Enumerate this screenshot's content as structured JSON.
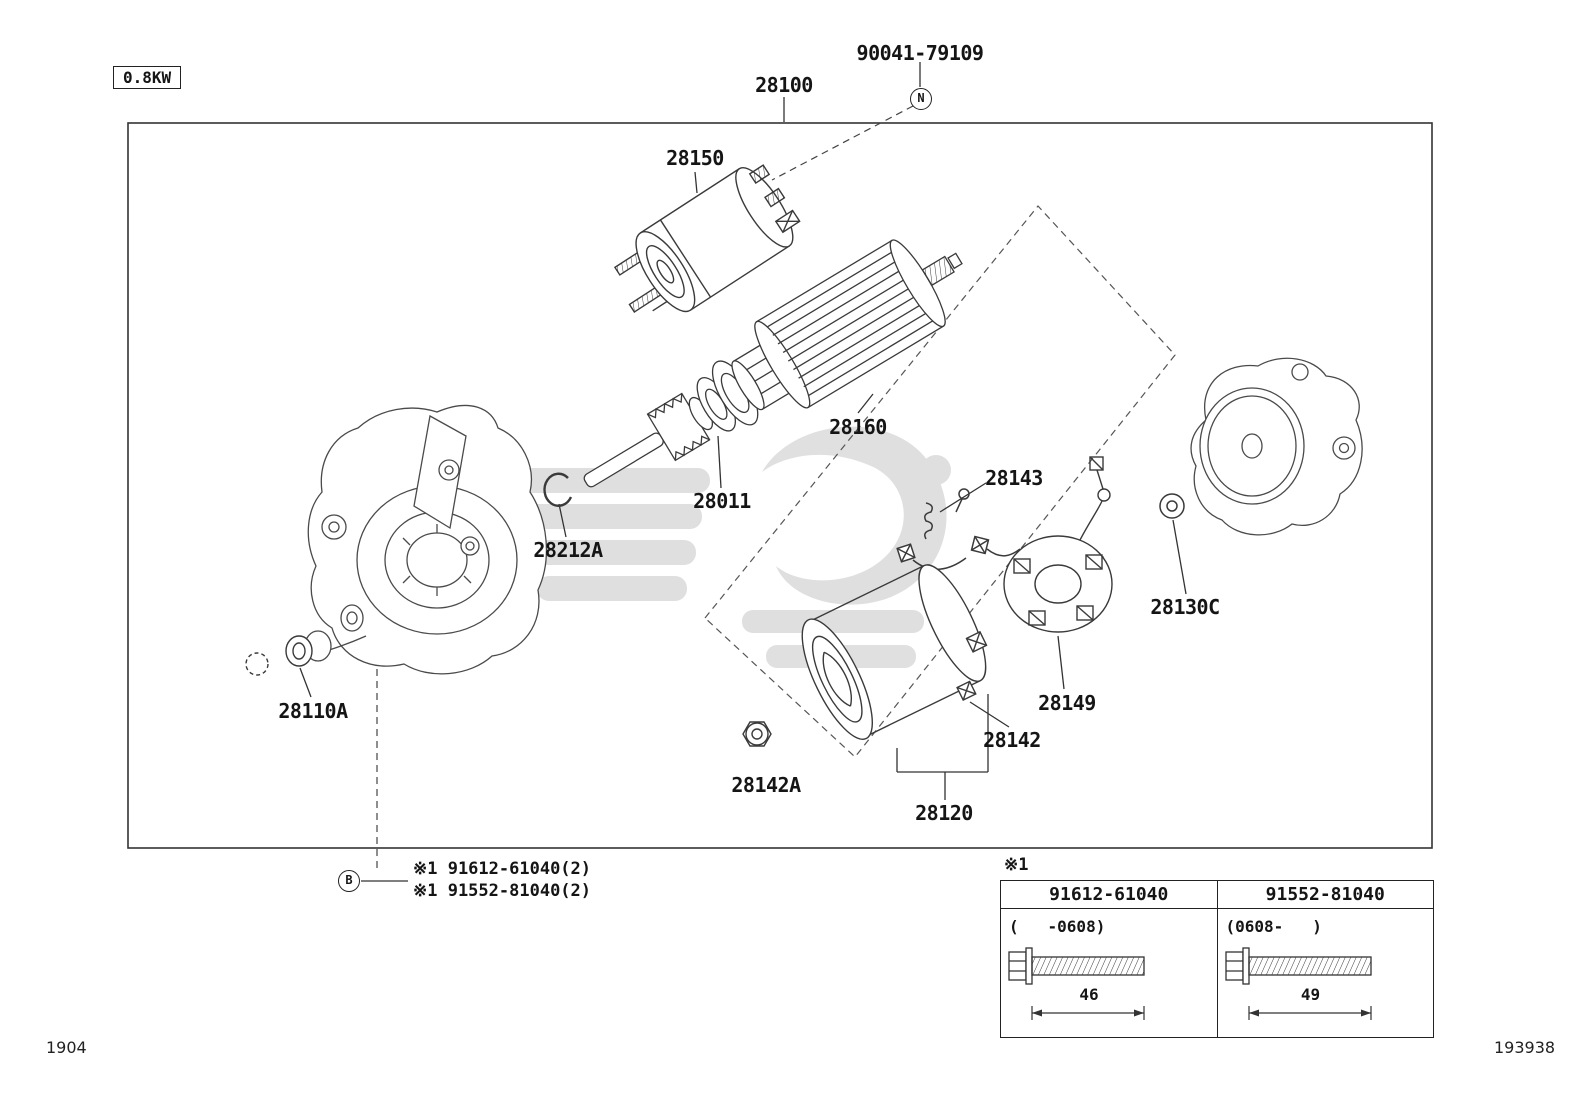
{
  "meta": {
    "power_rating": "0.8KW",
    "page_left": "1904",
    "page_right": "193938"
  },
  "callouts": {
    "bolt": "90041-79109",
    "n": "N",
    "b": "B",
    "assembly": "28100",
    "solenoid": "28150",
    "armature": "28160",
    "bearing": "28011",
    "snap_ring": "28212A",
    "brush_spring": "28143",
    "end_washer": "28130C",
    "bushing": "28110A",
    "brush_holder": "28149",
    "yoke": "28142",
    "nut": "28142A",
    "yoke_assembly": "28120"
  },
  "notes": {
    "ref_b_line1": "※1 91612-61040(2)",
    "ref_b_line2": "※1 91552-81040(2)"
  },
  "table": {
    "ref": "※1",
    "columns": [
      {
        "part_number": "91612-61040",
        "applicability": "(   -0608)",
        "length": "46"
      },
      {
        "part_number": "91552-81040",
        "applicability": "(0608-   )",
        "length": "49"
      }
    ]
  }
}
